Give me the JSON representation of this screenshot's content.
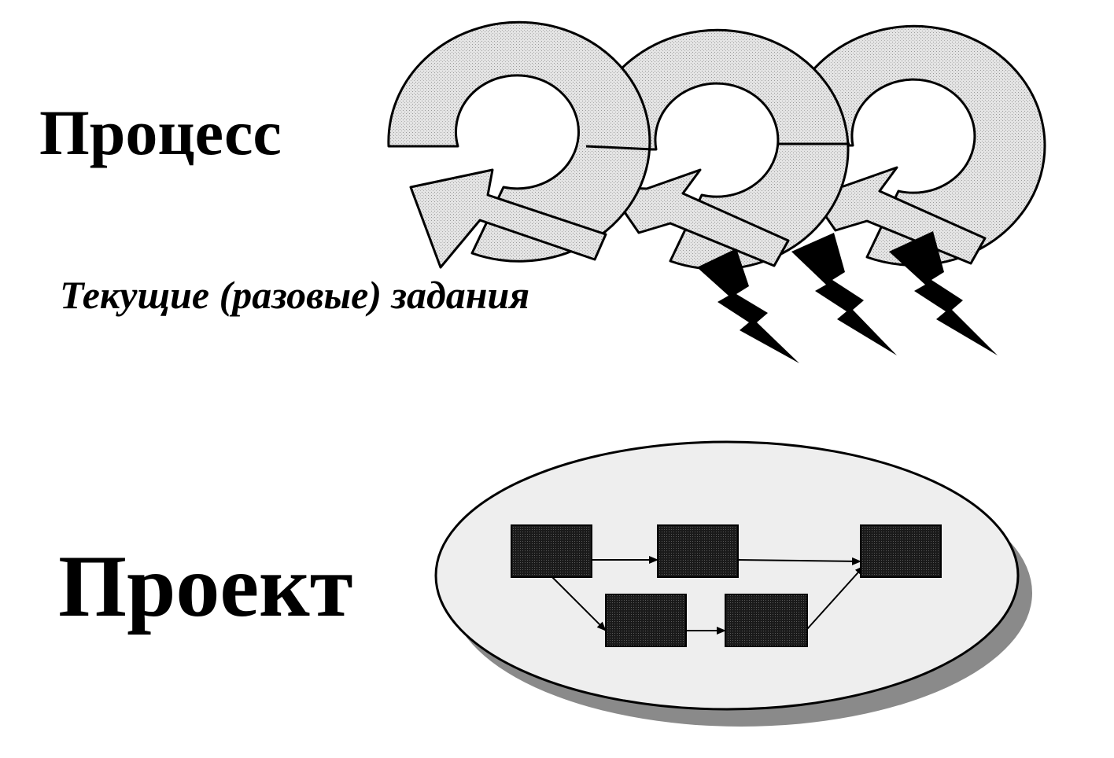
{
  "process": {
    "title": "Процесс",
    "tasks_caption": "Текущие (разовые) задания",
    "cycle_count": 3,
    "icons": [
      "cycle-arrow-icon",
      "lightning-icon"
    ]
  },
  "project": {
    "title": "Проект",
    "task_count": 5,
    "links": [
      [
        1,
        2
      ],
      [
        2,
        3
      ],
      [
        1,
        4
      ],
      [
        4,
        5
      ],
      [
        5,
        3
      ]
    ]
  },
  "colors": {
    "ink": "#000000",
    "arrow_fill": "#d8d8d8",
    "oval_fill": "#eeeeee",
    "box_fill": "#1c1c1c",
    "shadow": "#8a8a8a"
  }
}
